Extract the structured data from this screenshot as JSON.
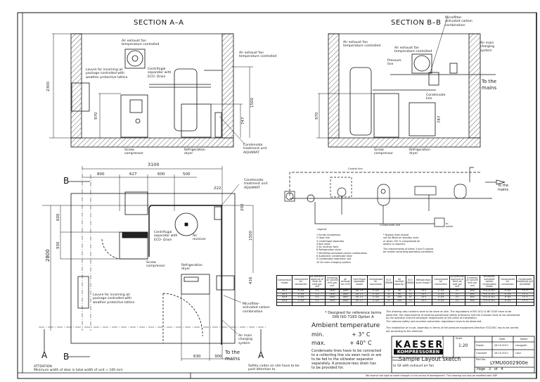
{
  "section_a": {
    "title": "SECTION A–A",
    "fan_label_1": "Air exhaust fan\ntemperature controlled",
    "fan_label_2": "Air exhaust fan\ntemperature controlled",
    "louvre_label": "Louvre for incoming air\npackage controlled with\nweather protective lattice",
    "separator_label": "Centrifugal\nseparator with\nECO- Drain",
    "dim_height": "2300",
    "dim_compressor": "970",
    "dim_receiver": "1500",
    "dim_dryer": "747",
    "compressor_label": "Screw\ncompressor",
    "dryer_label": "Refrigeration\ndryer",
    "aquamat_label": "Condensate\ntreatment unit\nAQUAMAT"
  },
  "section_b": {
    "title": "SECTION B–B",
    "fan_label_1": "Air exhaust fan\ntemperature controlled",
    "fan_label_2": "Air exhaust fan\ntemperature controlled",
    "microfilter_label": "Microfilter-\nactivated carbon\ncombination",
    "charging_label": "Air main\ncharging\nsystem",
    "pressure_line_label": "Pressure\nline",
    "condensate_line_label": "Condensate\nline",
    "mains_label": "To the\nmains",
    "dim_compressor": "970",
    "dim_dryer": "747",
    "compressor_label": "Screw\ncompressor",
    "dryer_label": "Refrigeration\ndryer"
  },
  "plan": {
    "dim_width": "3100",
    "dims_top": [
      "800",
      "627",
      "600",
      "500"
    ],
    "dim_depth": "2800",
    "dim_600": "600",
    "dim_930": "930",
    "dim_222": "222",
    "dim_200": "200",
    "dim_1500": "1500",
    "dim_416": "416",
    "dim_630": "630",
    "dim_300": "300",
    "section_b": "B",
    "section_a": "A",
    "aquamat_label": "Condensate\ntreatment unit\nAQUAMAT",
    "separator_label": "Centrifugal\nseparator with\nECO- Drain",
    "receiver_label": "Air\nreceiver",
    "compressor_label": "Screw\ncompressor",
    "dryer_label": "Refrigeration\ndryer",
    "louvre_label": "Louvre for incoming air\npackage controlled with\nweather protective lattice",
    "microfilter_label": "Microfilter-\nactivated carbon\ncombination",
    "charging_label": "Air main\ncharging\nsystem",
    "mains_label": "To the\nmains",
    "attention": "ATTENTION\nMinimum width of door is total width of unit + 100 mm",
    "safety": "Safety codes on site have to be\npaid attention to"
  },
  "schematic": {
    "control_line": "Control line",
    "condensate_line": "Condensate line",
    "mains_label": "To the\nmains",
    "outlet_label": "to\noutlet",
    "legend_title": "Legend",
    "legend": [
      "1   Screw compressor",
      "2   Hose line",
      "3   Centrifugal separator",
      "4   Ball valve",
      "5   Air receiver tank",
      "6   Refrigeration dryer",
      "7   Microfilter-activated carbon combination",
      "8   Automatic condensate drain",
      "9   Condensate treatment unit",
      "10  Air main charging system"
    ],
    "note_bypass": "* Bypass lines should\nnot be fitted on standby units\nor when 100 % compressed air\nquality is required.",
    "note_requirements": "The requirements of items 3 and 5 should\nbe chosen according operating conditions."
  },
  "table": {
    "headers": [
      "Compressor model",
      "Compressed air connection",
      "Air pressure aperture of fresh air inlet per unit",
      "Incoming air volume m³/h per unit",
      "Air exhaust fan m³/h",
      "Centrifugal separator model",
      "Compressed air connection",
      "ECO DRAIN",
      "Air receiver capacity l",
      "ECO DRAIN",
      "Refrigeration dryer model *",
      "Compressed air connection",
      "Air pressure aperture of fresh air inlet per unit",
      "Incoming air volume m³/h per unit",
      "Microfilter-activated carbon combination model",
      "Compressed air connection",
      "Condensate treatment unit AQUAMAT"
    ],
    "rows": [
      [
        "SX 3",
        "G 3/4",
        "0.2",
        "1400",
        "1400",
        "ZK 1.5",
        "G 3/4",
        "31",
        "90",
        "31",
        "TA 5",
        "G 3/4",
        "0.1",
        "650",
        "FFG 5/ ACT",
        "R 3/4",
        "CF 3"
      ],
      [
        "SX 4",
        "G 3/4",
        "0.2",
        "1400",
        "1400",
        "ZK 1.5",
        "G 3/4",
        "31",
        "90",
        "31",
        "TA 5",
        "G 3/4",
        "0.1",
        "650",
        "FFG 5/ ACT",
        "R 3/4",
        "CF 3"
      ],
      [
        "SX 6",
        "G 3/4",
        "0.2",
        "1800",
        "1800",
        "ZK 1.5",
        "G 3/4",
        "31",
        "250",
        "31",
        "TA 5",
        "G 3/4",
        "0.1",
        "650",
        "FFG 5/ ACT",
        "R 3/4",
        "CF 3"
      ],
      [
        "SX 8",
        "G 3/4",
        "0.2",
        "2400",
        "2400",
        "ZK 1.5",
        "G 3/4",
        "31",
        "250",
        "31",
        "TA 5",
        "G 3/4",
        "0.1",
        "650",
        "FFG 5/ ACT",
        "R 3/4",
        "CF 3"
      ]
    ]
  },
  "notes": {
    "designed": "* Designed for reference terms\nDIN ISO 7183 Option A",
    "ambient_title": "Ambient temperature",
    "min_label": "min.",
    "min_value": "+ 3° C",
    "max_label": "max.",
    "max_value": "+ 40° C",
    "condensate": "Condensate lines have to be connected\nto a collecting line via swan neck or are\nto be fed to the oil/water separator\nseparately. A pressure-less drain has\nto be provided for.",
    "regulations": "This drawing also contains work to be done on site. The regulations of EN 1012 & BE 0100 have to be\nobserved, the requirements of existing operational safety ordinance and the manuals have to be considered\nby the operator and the employer respectively of the place of installation.\nThe national safety and accident prevention regulations have to be observed.",
    "installation": "The installation of a sub- assembly in terms of the pressure equipment directive 97/23/EC has to be carried\nout according to the directive."
  },
  "title_block": {
    "logo_top": "KAESER",
    "logo_bottom": "KOMPRESSOREN",
    "scale_label": "Scale",
    "scale": "1:20",
    "date_label": "Date",
    "name_label": "Name",
    "drawn_label": "Drawn",
    "drawn_date": "28.10.2011",
    "drawn_name": "Langguth",
    "checked_label": "Checked",
    "checked_date": "28.10.2011",
    "checked_name": "Lenz",
    "name_prefix": "Name",
    "title": "Sample Layout sketch",
    "subtitle": "to SX with exhaust air fan",
    "part_label": "Part No.",
    "part_no": "LYMU0002900e",
    "page": "Page   3   of   4",
    "disclaimer": "We reserve the right to make changes in the course of development. This drawing can only be modified with EDP"
  }
}
